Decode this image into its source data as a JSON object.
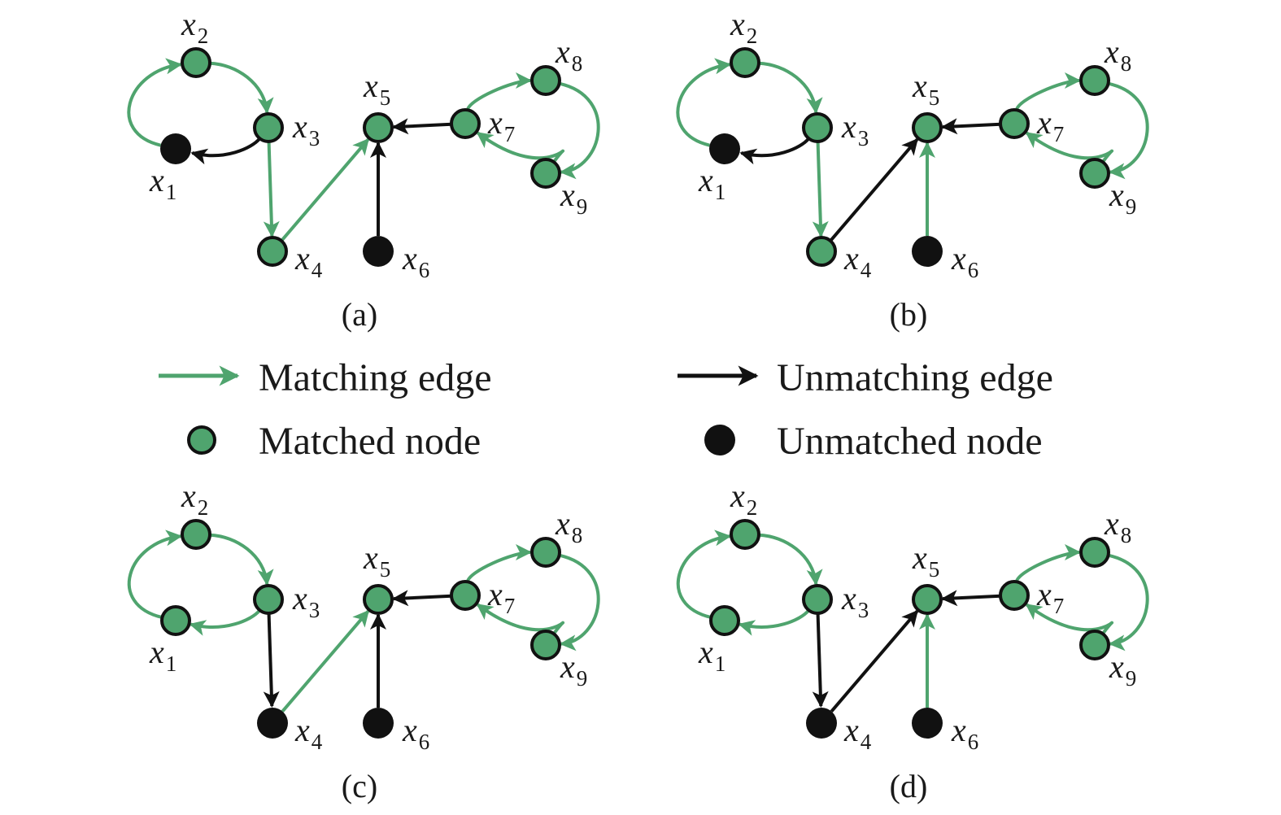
{
  "colors": {
    "matched": "#4fa46e",
    "unmatched": "#111111",
    "outline": "#111111",
    "text": "#1a1a1a"
  },
  "nodes": [
    {
      "id": "x1",
      "name": "x",
      "sub": "1"
    },
    {
      "id": "x2",
      "name": "x",
      "sub": "2"
    },
    {
      "id": "x3",
      "name": "x",
      "sub": "3"
    },
    {
      "id": "x4",
      "name": "x",
      "sub": "4"
    },
    {
      "id": "x5",
      "name": "x",
      "sub": "5"
    },
    {
      "id": "x6",
      "name": "x",
      "sub": "6"
    },
    {
      "id": "x7",
      "name": "x",
      "sub": "7"
    },
    {
      "id": "x8",
      "name": "x",
      "sub": "8"
    },
    {
      "id": "x9",
      "name": "x",
      "sub": "9"
    }
  ],
  "panels": [
    {
      "caption": "(a)",
      "matched_nodes": [
        "x2",
        "x3",
        "x4",
        "x5",
        "x7",
        "x8",
        "x9"
      ],
      "unmatched_nodes": [
        "x1",
        "x6"
      ],
      "edges": [
        {
          "from": "x1",
          "to": "x2",
          "matching": true
        },
        {
          "from": "x2",
          "to": "x3",
          "matching": true
        },
        {
          "from": "x3",
          "to": "x1",
          "matching": false
        },
        {
          "from": "x3",
          "to": "x4",
          "matching": true
        },
        {
          "from": "x4",
          "to": "x5",
          "matching": true
        },
        {
          "from": "x6",
          "to": "x5",
          "matching": false
        },
        {
          "from": "x7",
          "to": "x5",
          "matching": false
        },
        {
          "from": "x7",
          "to": "x8",
          "matching": true
        },
        {
          "from": "x8",
          "to": "x9",
          "matching": true
        },
        {
          "from": "x9",
          "to": "x7",
          "matching": true
        }
      ]
    },
    {
      "caption": "(b)",
      "matched_nodes": [
        "x2",
        "x3",
        "x4",
        "x5",
        "x7",
        "x8",
        "x9"
      ],
      "unmatched_nodes": [
        "x1",
        "x6"
      ],
      "edges": [
        {
          "from": "x1",
          "to": "x2",
          "matching": true
        },
        {
          "from": "x2",
          "to": "x3",
          "matching": true
        },
        {
          "from": "x3",
          "to": "x1",
          "matching": false
        },
        {
          "from": "x3",
          "to": "x4",
          "matching": true
        },
        {
          "from": "x4",
          "to": "x5",
          "matching": false
        },
        {
          "from": "x6",
          "to": "x5",
          "matching": true
        },
        {
          "from": "x7",
          "to": "x5",
          "matching": false
        },
        {
          "from": "x7",
          "to": "x8",
          "matching": true
        },
        {
          "from": "x8",
          "to": "x9",
          "matching": true
        },
        {
          "from": "x9",
          "to": "x7",
          "matching": true
        }
      ]
    },
    {
      "caption": "(c)",
      "matched_nodes": [
        "x1",
        "x2",
        "x3",
        "x5",
        "x7",
        "x8",
        "x9"
      ],
      "unmatched_nodes": [
        "x4",
        "x6"
      ],
      "edges": [
        {
          "from": "x1",
          "to": "x2",
          "matching": true
        },
        {
          "from": "x2",
          "to": "x3",
          "matching": true
        },
        {
          "from": "x3",
          "to": "x1",
          "matching": true
        },
        {
          "from": "x3",
          "to": "x4",
          "matching": false
        },
        {
          "from": "x4",
          "to": "x5",
          "matching": true
        },
        {
          "from": "x6",
          "to": "x5",
          "matching": false
        },
        {
          "from": "x7",
          "to": "x5",
          "matching": false
        },
        {
          "from": "x7",
          "to": "x8",
          "matching": true
        },
        {
          "from": "x8",
          "to": "x9",
          "matching": true
        },
        {
          "from": "x9",
          "to": "x7",
          "matching": true
        }
      ]
    },
    {
      "caption": "(d)",
      "matched_nodes": [
        "x1",
        "x2",
        "x3",
        "x5",
        "x7",
        "x8",
        "x9"
      ],
      "unmatched_nodes": [
        "x4",
        "x6"
      ],
      "edges": [
        {
          "from": "x1",
          "to": "x2",
          "matching": true
        },
        {
          "from": "x2",
          "to": "x3",
          "matching": true
        },
        {
          "from": "x3",
          "to": "x1",
          "matching": true
        },
        {
          "from": "x3",
          "to": "x4",
          "matching": false
        },
        {
          "from": "x4",
          "to": "x5",
          "matching": false
        },
        {
          "from": "x6",
          "to": "x5",
          "matching": true
        },
        {
          "from": "x7",
          "to": "x5",
          "matching": false
        },
        {
          "from": "x7",
          "to": "x8",
          "matching": true
        },
        {
          "from": "x8",
          "to": "x9",
          "matching": true
        },
        {
          "from": "x9",
          "to": "x7",
          "matching": true
        }
      ]
    }
  ],
  "legend": {
    "matching_edge": "Matching edge",
    "unmatching_edge": "Unmatching edge",
    "matched_node": "Matched node",
    "unmatched_node": "Unmatched node"
  }
}
